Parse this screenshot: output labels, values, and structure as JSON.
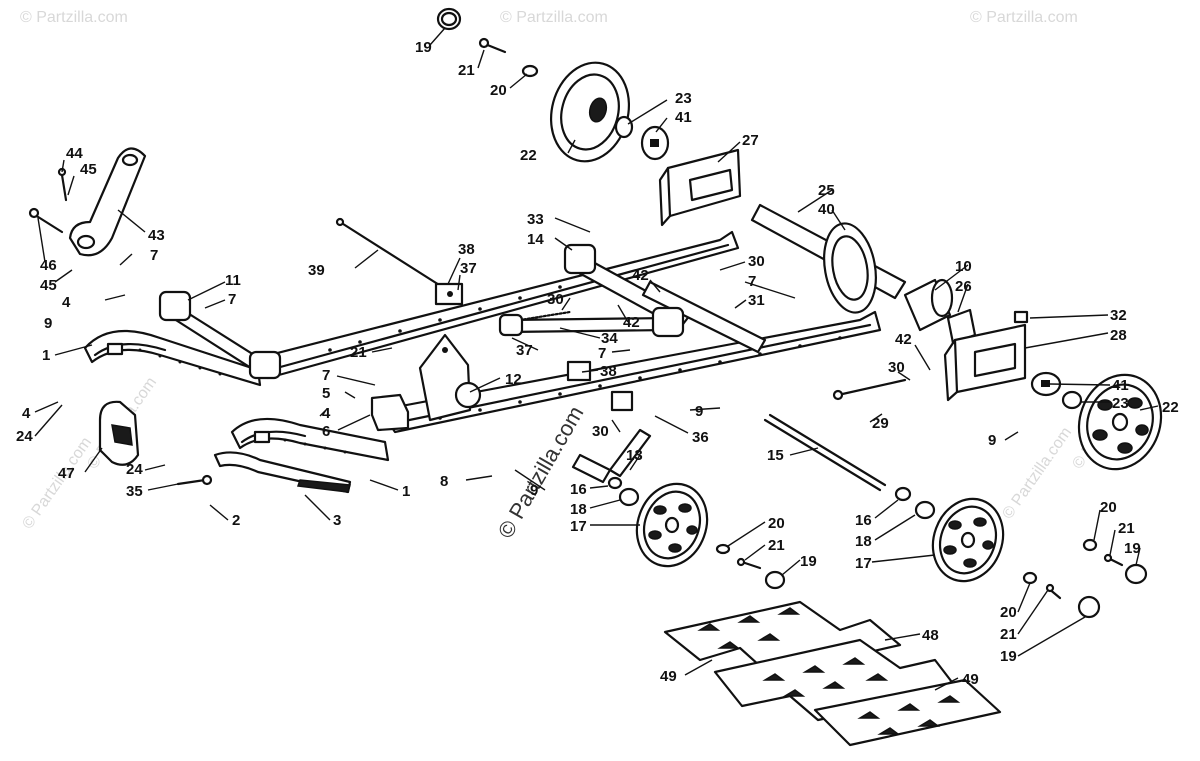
{
  "watermark": {
    "main": "© Partzilla.com",
    "corner": "© Partzilla.com"
  },
  "callouts": [
    {
      "id": "c19a",
      "text": "19"
    },
    {
      "id": "c21a",
      "text": "21"
    },
    {
      "id": "c20a",
      "text": "20"
    },
    {
      "id": "c23a",
      "text": "23"
    },
    {
      "id": "c41a",
      "text": "41"
    },
    {
      "id": "c22a",
      "text": "22"
    },
    {
      "id": "c27",
      "text": "27"
    },
    {
      "id": "c44",
      "text": "44"
    },
    {
      "id": "c45a",
      "text": "45"
    },
    {
      "id": "c43",
      "text": "43"
    },
    {
      "id": "c46",
      "text": "46"
    },
    {
      "id": "c45b",
      "text": "45"
    },
    {
      "id": "c4a",
      "text": "4"
    },
    {
      "id": "c7a",
      "text": "7"
    },
    {
      "id": "c9a",
      "text": "9"
    },
    {
      "id": "c11",
      "text": "11"
    },
    {
      "id": "c7b",
      "text": "7"
    },
    {
      "id": "c1a",
      "text": "1"
    },
    {
      "id": "c39",
      "text": "39"
    },
    {
      "id": "c38a",
      "text": "38"
    },
    {
      "id": "c37a",
      "text": "37"
    },
    {
      "id": "c33",
      "text": "33"
    },
    {
      "id": "c14",
      "text": "14"
    },
    {
      "id": "c25",
      "text": "25"
    },
    {
      "id": "c40",
      "text": "40"
    },
    {
      "id": "c30a",
      "text": "30"
    },
    {
      "id": "c7c",
      "text": "7"
    },
    {
      "id": "c42a",
      "text": "42"
    },
    {
      "id": "c31",
      "text": "31"
    },
    {
      "id": "c30b",
      "text": "30"
    },
    {
      "id": "c42b",
      "text": "42"
    },
    {
      "id": "c34",
      "text": "34"
    },
    {
      "id": "c10",
      "text": "10"
    },
    {
      "id": "c26",
      "text": "26"
    },
    {
      "id": "c32",
      "text": "32"
    },
    {
      "id": "c28",
      "text": "28"
    },
    {
      "id": "c42c",
      "text": "42"
    },
    {
      "id": "c21b",
      "text": "21"
    },
    {
      "id": "c37b",
      "text": "37"
    },
    {
      "id": "c7d",
      "text": "7"
    },
    {
      "id": "c38b",
      "text": "38"
    },
    {
      "id": "c12",
      "text": "12"
    },
    {
      "id": "c7e",
      "text": "7"
    },
    {
      "id": "c5",
      "text": "5"
    },
    {
      "id": "c4b",
      "text": "4"
    },
    {
      "id": "c6",
      "text": "6"
    },
    {
      "id": "c30c",
      "text": "30"
    },
    {
      "id": "c41b",
      "text": "41"
    },
    {
      "id": "c23b",
      "text": "23"
    },
    {
      "id": "c29",
      "text": "29"
    },
    {
      "id": "c22b",
      "text": "22"
    },
    {
      "id": "c4c",
      "text": "4"
    },
    {
      "id": "c24a",
      "text": "24"
    },
    {
      "id": "c9b",
      "text": "9"
    },
    {
      "id": "c36",
      "text": "36"
    },
    {
      "id": "c30d",
      "text": "30"
    },
    {
      "id": "c13",
      "text": "13"
    },
    {
      "id": "c9c",
      "text": "9"
    },
    {
      "id": "c47",
      "text": "47"
    },
    {
      "id": "c24b",
      "text": "24"
    },
    {
      "id": "c35",
      "text": "35"
    },
    {
      "id": "c8",
      "text": "8"
    },
    {
      "id": "c9d",
      "text": "9"
    },
    {
      "id": "c1b",
      "text": "1"
    },
    {
      "id": "c2",
      "text": "2"
    },
    {
      "id": "c3",
      "text": "3"
    },
    {
      "id": "c15",
      "text": "15"
    },
    {
      "id": "c16a",
      "text": "16"
    },
    {
      "id": "c18a",
      "text": "18"
    },
    {
      "id": "c17a",
      "text": "17"
    },
    {
      "id": "c20b",
      "text": "20"
    },
    {
      "id": "c21c",
      "text": "21"
    },
    {
      "id": "c19b",
      "text": "19"
    },
    {
      "id": "c16b",
      "text": "16"
    },
    {
      "id": "c18b",
      "text": "18"
    },
    {
      "id": "c17b",
      "text": "17"
    },
    {
      "id": "c20c",
      "text": "20"
    },
    {
      "id": "c21d",
      "text": "21"
    },
    {
      "id": "c19c",
      "text": "19"
    },
    {
      "id": "c20d",
      "text": "20"
    },
    {
      "id": "c21e",
      "text": "21"
    },
    {
      "id": "c19d",
      "text": "19"
    },
    {
      "id": "c48",
      "text": "48"
    },
    {
      "id": "c49a",
      "text": "49"
    },
    {
      "id": "c49b",
      "text": "49"
    }
  ]
}
